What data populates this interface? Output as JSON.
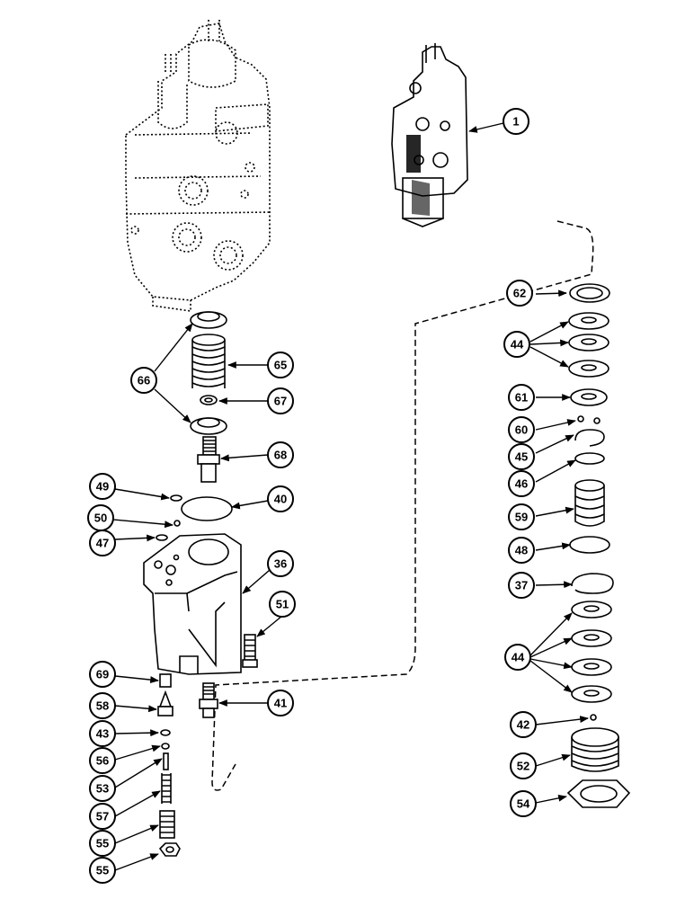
{
  "callouts": [
    "1",
    "62",
    "44",
    "65",
    "66",
    "67",
    "61",
    "60",
    "45",
    "68",
    "46",
    "49",
    "40",
    "50",
    "59",
    "36",
    "47",
    "48",
    "37",
    "51",
    "69",
    "41",
    "58",
    "42",
    "43",
    "56",
    "52",
    "53",
    "57",
    "54",
    "55"
  ]
}
